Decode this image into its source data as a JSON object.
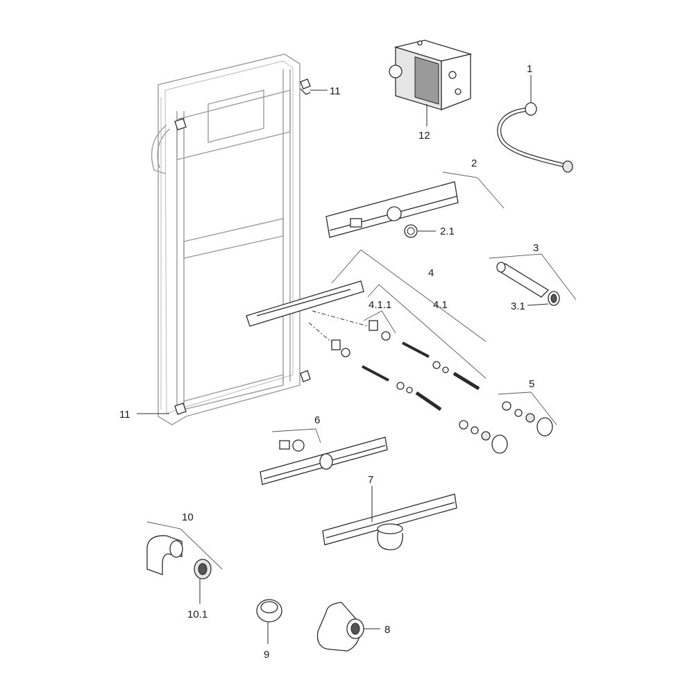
{
  "callouts": {
    "c1": "1",
    "c2": "2",
    "c2_1": "2.1",
    "c3": "3",
    "c3_1": "3.1",
    "c4": "4",
    "c4_1": "4.1",
    "c4_1_1": "4.1.1",
    "c5": "5",
    "c6": "6",
    "c7": "7",
    "c8": "8",
    "c9": "9",
    "c10": "10",
    "c10_1": "10.1",
    "c11_top": "11",
    "c11_bottom": "11",
    "c12": "12"
  },
  "colors": {
    "frame": "#9a9a9a",
    "line": "#2a2a2a",
    "background": "#ffffff"
  }
}
